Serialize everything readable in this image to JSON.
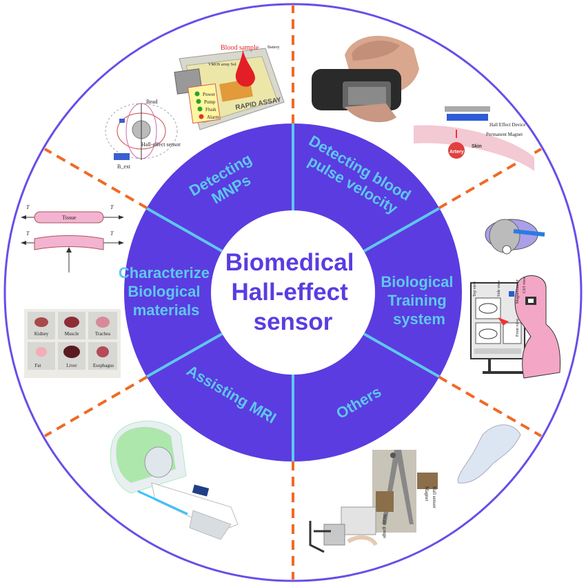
{
  "center": {
    "lines": [
      "Biomedical",
      "Hall-effect",
      "sensor"
    ]
  },
  "segments": [
    {
      "id": "mnps",
      "lines": [
        "Detecting",
        "MNPs"
      ]
    },
    {
      "id": "pulse",
      "lines": [
        "Detecting blood",
        "pulse velocity"
      ]
    },
    {
      "id": "training",
      "lines": [
        "Biological",
        "Training",
        "system"
      ]
    },
    {
      "id": "others",
      "lines": [
        "Others"
      ]
    },
    {
      "id": "mri",
      "lines": [
        "Assisting MRI"
      ]
    },
    {
      "id": "characterize",
      "lines": [
        "Characterize",
        "Biological",
        "materials"
      ]
    }
  ],
  "image_labels": {
    "mnps_fig": {
      "blood_sample": "Blood sample",
      "rapid_assay": "RAPID ASSAY",
      "bead": "Bead",
      "hall_sensor": "Hall-effect sensor",
      "vmos": "VMOS array Sol",
      "battery": "Battery",
      "panel": [
        "Power",
        "Pump",
        "Flush",
        "Alarm"
      ],
      "bext": "B_ext"
    },
    "pulse_fig": {
      "hall_device": "Hall Effect Device",
      "magnet": "Permanent Magnet",
      "artery": "Artery",
      "skin": "Skin"
    },
    "training_fig": {
      "top_view": "Top view",
      "side_view": "Side view",
      "front_view": "Front view",
      "magnetometer": "Magnetometer",
      "gui_view": "GUI view"
    },
    "others_fig": {
      "hall_sensor": "Hall sensor",
      "magnet": "Magnet",
      "strain_gauge": "Strain gauge"
    },
    "characterize_fig": {
      "tissue": "Tissue",
      "tension": "T",
      "samples": [
        "Kidney",
        "Muscle",
        "Trachea",
        "Fat",
        "Liver",
        "Esophagus"
      ]
    }
  },
  "colors": {
    "ring": "#5b3ce0",
    "accent": "#5ec8ee",
    "divider": "#f06a26",
    "outer": "#6a4de8"
  }
}
